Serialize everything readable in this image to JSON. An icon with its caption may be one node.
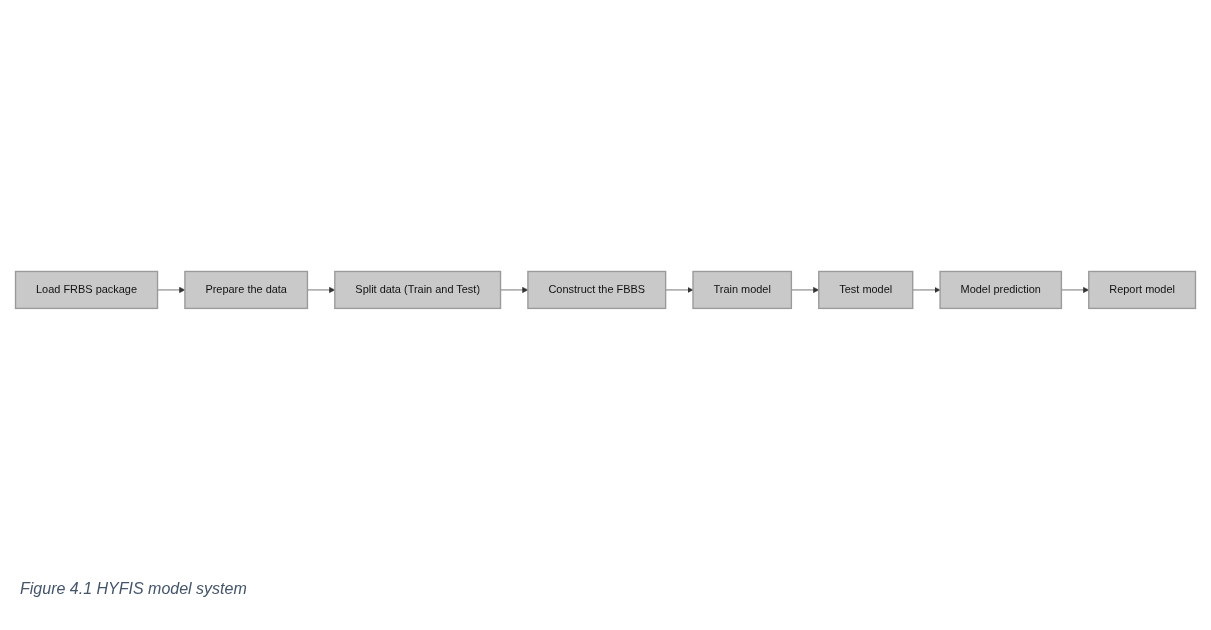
{
  "diagram": {
    "caption": "Figure 4.1 HYFIS model system",
    "nodes": [
      {
        "text": [
          "Load FRBS package"
        ]
      },
      {
        "text": [
          "Prepare the data"
        ]
      },
      {
        "text": [
          "Split data (Train and Test)"
        ]
      },
      {
        "text": [
          "Construct the FBBS"
        ]
      },
      {
        "text": [
          "Train model"
        ]
      },
      {
        "text": [
          "Test model"
        ]
      },
      {
        "text": [
          "Model prediction"
        ]
      },
      {
        "text": [
          "Report model"
        ]
      }
    ],
    "edges": [
      {
        "from": 0,
        "to": 1,
        "arrow": "to"
      },
      {
        "from": 1,
        "to": 2,
        "arrow": "to"
      },
      {
        "from": 2,
        "to": 3,
        "arrow": "to"
      },
      {
        "from": 3,
        "to": 4,
        "arrow": "to"
      },
      {
        "from": 4,
        "to": 5,
        "arrow": "to"
      },
      {
        "from": 5,
        "to": 6,
        "arrow": "to"
      },
      {
        "from": 6,
        "to": 7,
        "arrow": "to"
      }
    ]
  }
}
